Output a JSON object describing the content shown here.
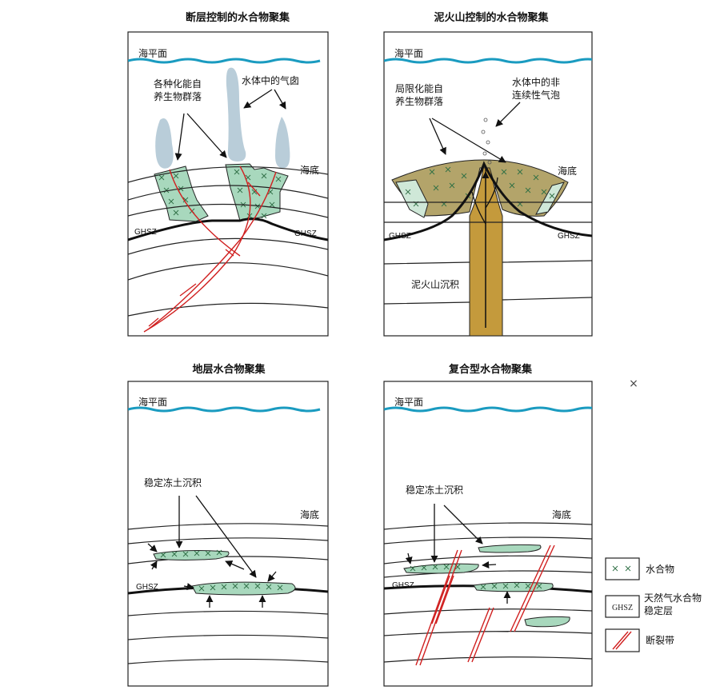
{
  "panels": [
    {
      "title": "断层控制的水合物聚集",
      "sea_level": "海平面",
      "seafloor": "海底",
      "ghsz": "GHSZ",
      "ghsz2": "GHSZ",
      "label_community": [
        "各种化能自",
        "养生物群落"
      ],
      "label_plume": "水体中的气囱"
    },
    {
      "title": "泥火山控制的水合物聚集",
      "sea_level": "海平面",
      "seafloor": "海底",
      "ghsz": "GHSZ",
      "ghsz2": "GHSZ",
      "label_community": [
        "局限化能自",
        "养生物群落"
      ],
      "label_bubbles": [
        "水体中的非",
        "连续性气泡"
      ],
      "label_deposit": "泥火山沉积"
    },
    {
      "title": "地层水合物聚集",
      "sea_level": "海平面",
      "seafloor": "海底",
      "ghsz": "GHSZ",
      "label_permafrost": "稳定冻土沉积"
    },
    {
      "title": "复合型水合物聚集",
      "sea_level": "海平面",
      "seafloor": "海底",
      "ghsz": "GHSZ",
      "label_permafrost": "稳定冻土沉积"
    }
  ],
  "legend": {
    "close": "×",
    "hydrate": "水合物",
    "ghsz_box": "GHSZ",
    "ghsz_label": [
      "天然气水合物",
      "稳定层"
    ],
    "fault": "断裂带"
  },
  "colors": {
    "sea": "#1a9bc0",
    "hydrate": "#a8d8bd",
    "fault": "#d02020",
    "plume": "#b9cdd9",
    "mud": "#c49a3c",
    "mound": "#b3a46a"
  }
}
